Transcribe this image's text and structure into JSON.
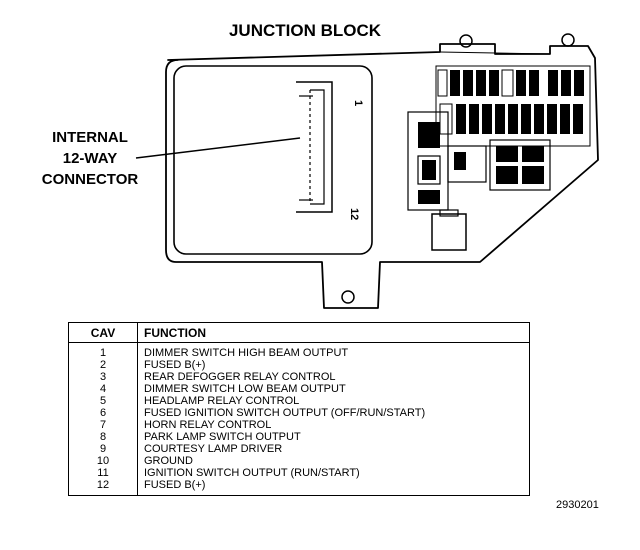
{
  "title": "JUNCTION BLOCK",
  "callout": {
    "line1": "INTERNAL",
    "line2": "12-WAY",
    "line3": "CONNECTOR"
  },
  "connector": {
    "pin_first": "1",
    "pin_last": "12"
  },
  "table": {
    "headers": {
      "cav": "CAV",
      "function": "FUNCTION"
    },
    "rows": [
      {
        "cav": "1",
        "function": "DIMMER SWITCH HIGH BEAM OUTPUT"
      },
      {
        "cav": "2",
        "function": "FUSED B(+)"
      },
      {
        "cav": "3",
        "function": "REAR DEFOGGER RELAY CONTROL"
      },
      {
        "cav": "4",
        "function": "DIMMER SWITCH LOW BEAM OUTPUT"
      },
      {
        "cav": "5",
        "function": "HEADLAMP RELAY CONTROL"
      },
      {
        "cav": "6",
        "function": "FUSED IGNITION SWITCH OUTPUT (OFF/RUN/START)"
      },
      {
        "cav": "7",
        "function": "HORN RELAY CONTROL"
      },
      {
        "cav": "8",
        "function": "PARK LAMP SWITCH OUTPUT"
      },
      {
        "cav": "9",
        "function": "COURTESY LAMP DRIVER"
      },
      {
        "cav": "10",
        "function": "GROUND"
      },
      {
        "cav": "11",
        "function": "IGNITION SWITCH OUTPUT (RUN/START)"
      },
      {
        "cav": "12",
        "function": "FUSED B(+)"
      }
    ]
  },
  "figure_id": "2930201"
}
